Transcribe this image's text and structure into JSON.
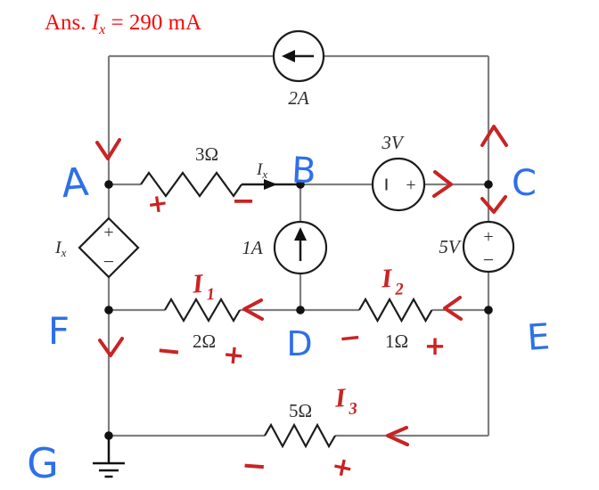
{
  "answer": {
    "prefix": "Ans. ",
    "symbol": "I",
    "subscript": "x",
    "suffix": " = 290 mA"
  },
  "marks": {
    "plus": "+",
    "minus": "−"
  },
  "nodes": {
    "a": "A",
    "b": "B",
    "c": "C",
    "d": "D",
    "e": "E",
    "f": "F",
    "g": "G"
  },
  "components": {
    "current_source_2a": {
      "label": "2A"
    },
    "resistor_3ohm": {
      "label": "3Ω"
    },
    "branch_ix": {
      "symbol": "I",
      "subscript": "x"
    },
    "voltage_source_3v": {
      "label": "3V"
    },
    "dependent_source_ix": {
      "symbol": "I",
      "subscript": "x"
    },
    "current_source_1a": {
      "label": "1A"
    },
    "voltage_source_5v": {
      "label": "5V"
    },
    "resistor_2ohm": {
      "label": "2Ω"
    },
    "resistor_1ohm": {
      "label": "1Ω"
    },
    "resistor_5ohm": {
      "label": "5Ω"
    }
  },
  "loop_currents": {
    "i1": {
      "symbol": "I",
      "subscript": "1"
    },
    "i2": {
      "symbol": "I",
      "subscript": "2"
    },
    "i3": {
      "symbol": "I",
      "subscript": "3"
    }
  },
  "colors": {
    "annotation_red": "#c92323",
    "answer_red": "#f90606",
    "node_blue": "#2e70e8",
    "wire_gray": "#7f7f7f",
    "element_dark": "#1c1c1c"
  }
}
